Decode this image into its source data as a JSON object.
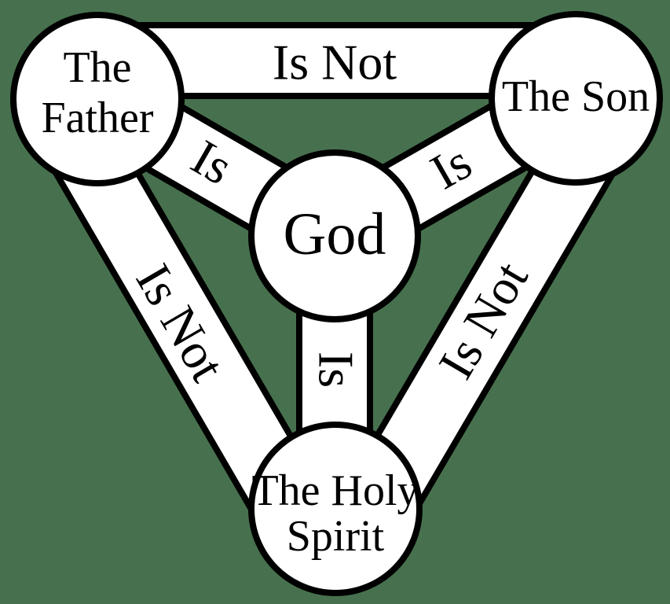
{
  "colors": {
    "background": "#47714E",
    "shape_fill": "#ffffff",
    "outline": "#000000",
    "text": "#000000"
  },
  "nodes": {
    "father": {
      "line1": "The",
      "line2": "Father"
    },
    "son": {
      "label": "The Son"
    },
    "god": {
      "label": "God"
    },
    "holy_spirit": {
      "line1": "The Holy",
      "line2": "Spirit"
    }
  },
  "links": {
    "father_son": {
      "label": "Is Not"
    },
    "father_holy_spirit": {
      "label": "Is Not"
    },
    "holy_spirit_son": {
      "label": "Is Not"
    },
    "father_god": {
      "label": "Is"
    },
    "god_son": {
      "label": "Is"
    },
    "god_holy_spirit": {
      "label": "Is"
    }
  }
}
